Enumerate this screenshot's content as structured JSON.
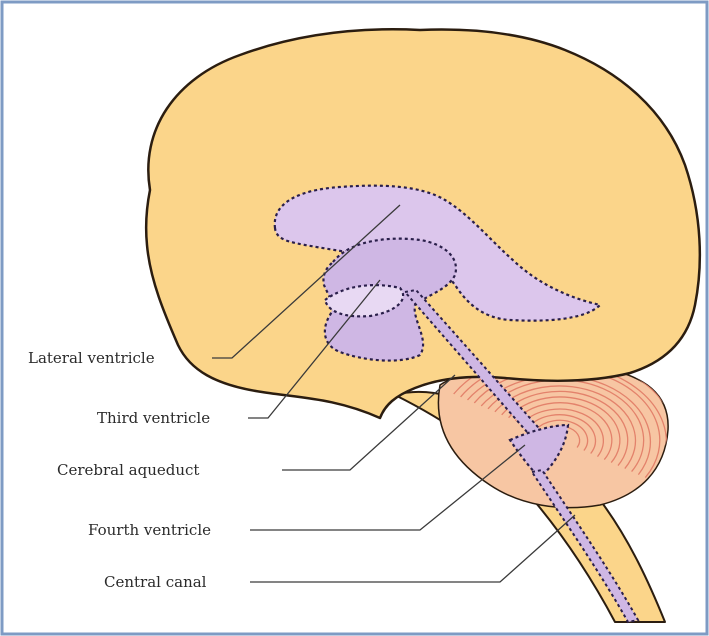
{
  "labels": {
    "lateral": "Lateral ventricle",
    "third": "Third ventricle",
    "aqueduct": "Cerebral aqueduct",
    "fourth": "Fourth ventricle",
    "canal": "Central canal"
  },
  "colors": {
    "frame": "#7e9bc4",
    "cerebrum": "#fbd58a",
    "cerebellum": "#f7c6a3",
    "folia": "#e3826b",
    "ventricles": "#dcc6ec",
    "outline": "#2b1d10"
  }
}
